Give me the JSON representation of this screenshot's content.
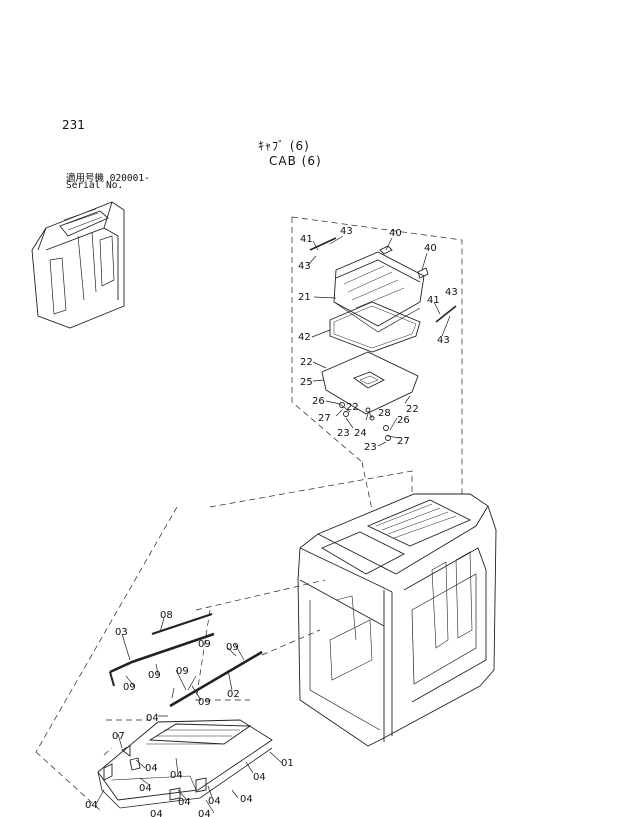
{
  "page": {
    "number": "231"
  },
  "title": {
    "jp": "ｷｬﾌﾞ (6)",
    "en": "CAB (6)"
  },
  "serial": {
    "line1": "適用号機  020001-",
    "line2": "Serial No."
  },
  "callouts": [
    {
      "id": "43a",
      "text": "43"
    },
    {
      "id": "40a",
      "text": "40"
    },
    {
      "id": "41a",
      "text": "41"
    },
    {
      "id": "40b",
      "text": "40"
    },
    {
      "id": "43b",
      "text": "43"
    },
    {
      "id": "21",
      "text": "21"
    },
    {
      "id": "41b",
      "text": "41"
    },
    {
      "id": "43c",
      "text": "43"
    },
    {
      "id": "42",
      "text": "42"
    },
    {
      "id": "43d",
      "text": "43"
    },
    {
      "id": "22a",
      "text": "22"
    },
    {
      "id": "25",
      "text": "25"
    },
    {
      "id": "26a",
      "text": "26"
    },
    {
      "id": "22b",
      "text": "22"
    },
    {
      "id": "22c",
      "text": "22"
    },
    {
      "id": "28",
      "text": "28"
    },
    {
      "id": "27a",
      "text": "27"
    },
    {
      "id": "26b",
      "text": "26"
    },
    {
      "id": "23a",
      "text": "23"
    },
    {
      "id": "24",
      "text": "24"
    },
    {
      "id": "27b",
      "text": "27"
    },
    {
      "id": "23b",
      "text": "23"
    },
    {
      "id": "08",
      "text": "08"
    },
    {
      "id": "03",
      "text": "03"
    },
    {
      "id": "09a",
      "text": "09"
    },
    {
      "id": "09b",
      "text": "09"
    },
    {
      "id": "09c",
      "text": "09"
    },
    {
      "id": "09d",
      "text": "09"
    },
    {
      "id": "09e",
      "text": "09"
    },
    {
      "id": "02",
      "text": "02"
    },
    {
      "id": "09f",
      "text": "09"
    },
    {
      "id": "04a",
      "text": "04"
    },
    {
      "id": "07",
      "text": "07"
    },
    {
      "id": "04b",
      "text": "04"
    },
    {
      "id": "04c",
      "text": "04"
    },
    {
      "id": "01",
      "text": "01"
    },
    {
      "id": "04d",
      "text": "04"
    },
    {
      "id": "04e",
      "text": "04"
    },
    {
      "id": "04f",
      "text": "04"
    },
    {
      "id": "04g",
      "text": "04"
    },
    {
      "id": "04h",
      "text": "04"
    },
    {
      "id": "04i",
      "text": "04"
    },
    {
      "id": "04j",
      "text": "04"
    },
    {
      "id": "04k",
      "text": "04"
    }
  ]
}
